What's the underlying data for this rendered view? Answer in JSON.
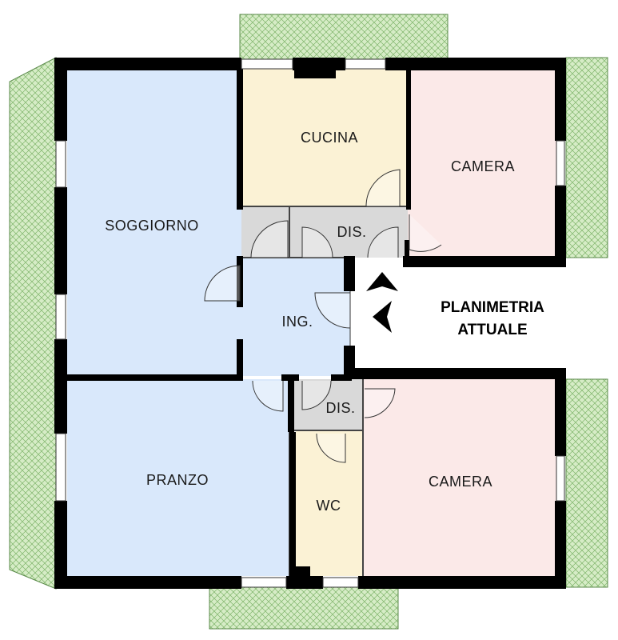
{
  "title": {
    "line1": "PLANIMETRIA",
    "line2": "ATTUALE"
  },
  "rooms": {
    "soggiorno": "SOGGIORNO",
    "cucina": "CUCINA",
    "camera_top": "CAMERA",
    "dis_top": "DIS.",
    "ingresso": "ING.",
    "pranzo": "PRANZO",
    "dis_bottom": "DIS.",
    "wc": "WC",
    "camera_bottom": "CAMERA"
  },
  "colors": {
    "living": "#d9e8fb",
    "kitchen_bath": "#fbf2d5",
    "bedroom": "#fbe9e8",
    "corridor": "#d9d9d9",
    "balcony": "#d6ecc6",
    "wall": "#000000"
  }
}
